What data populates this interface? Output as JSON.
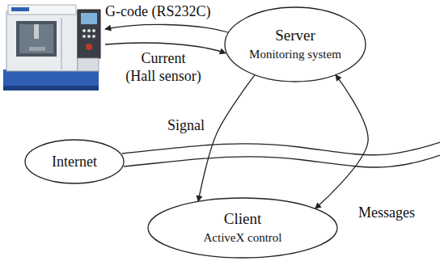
{
  "diagram": {
    "nodes": [
      {
        "text": [
          "Server",
          "Monitoring system"
        ]
      },
      {
        "text": [
          "Internet"
        ]
      },
      {
        "text": [
          "Client",
          "ActiveX control"
        ]
      }
    ],
    "edges": [
      {
        "from": 0,
        "to": 2,
        "arrow": "to",
        "label": "Signal"
      },
      {
        "from": 2,
        "to": 0,
        "arrow": "both",
        "label": "Messages"
      }
    ],
    "labels": [
      "G-code (RS232C)",
      "Current (Hall sensor)"
    ]
  }
}
